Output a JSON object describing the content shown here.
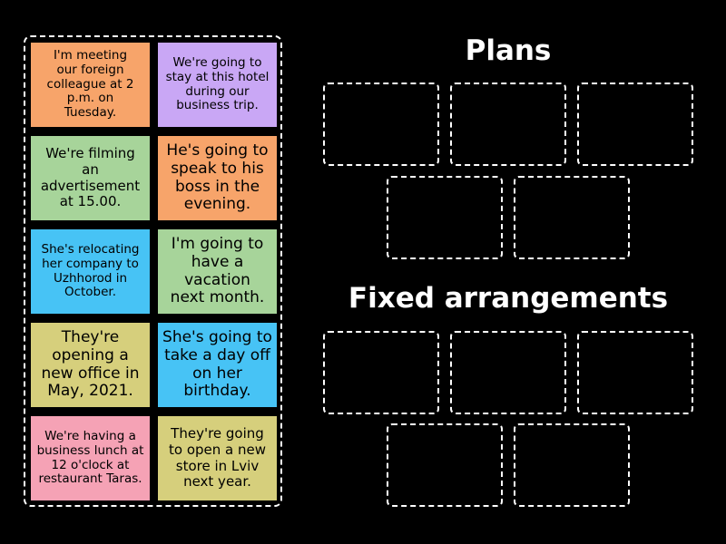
{
  "headings": {
    "plans": "Plans",
    "fixed": "Fixed arrangements"
  },
  "cards": [
    {
      "text": "I'm meeting our foreign colleague at 2 p.m. on Tuesday.",
      "color": "#f7a46a"
    },
    {
      "text": "We're going to stay at this hotel during our business trip.",
      "color": "#c9a7f5"
    },
    {
      "text": "We're filming an advertisement at 15.00.",
      "color": "#a7d49a"
    },
    {
      "text": "He's going to speak to his boss in the evening.",
      "color": "#f7a46a"
    },
    {
      "text": "She's relocating her company to Uzhhorod in October.",
      "color": "#47c3f5"
    },
    {
      "text": "I'm going to have a vacation next month.",
      "color": "#a7d49a"
    },
    {
      "text": "They're opening a new office in May, 2021.",
      "color": "#d6cf7c"
    },
    {
      "text": "She's going to take a day off on her birthday.",
      "color": "#47c3f5"
    },
    {
      "text": "We're having a business lunch at 12 o'clock at restaurant Taras.",
      "color": "#f5a2b5"
    },
    {
      "text": "They're going to open a new store in Lviv next year.",
      "color": "#d6cf7c"
    }
  ]
}
